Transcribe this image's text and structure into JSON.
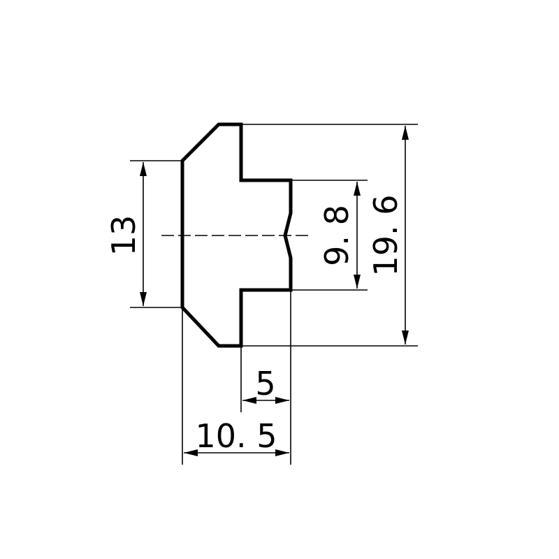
{
  "dimensions": {
    "height_13": "13",
    "height_9_8": "9. 8",
    "height_19_6": "19. 6",
    "width_5": "5",
    "width_10_5": "10. 5"
  }
}
